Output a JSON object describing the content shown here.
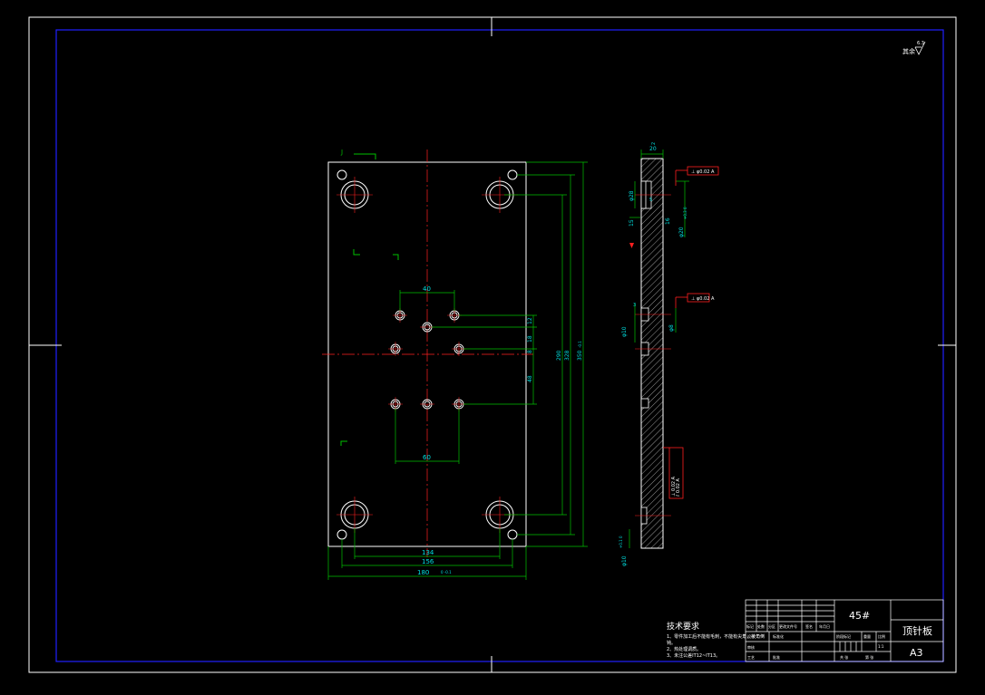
{
  "drawing": {
    "title": "顶针板",
    "material": "45#",
    "sheet_size": "A3",
    "scale": "1:1",
    "surface_finish_label": "其余",
    "surface_finish_value": "6.3",
    "section_label": "J",
    "tech_requirements": {
      "heading": "技术要求",
      "items": [
        "1、零件加工后不能有毛刺，不能有尖角，棱角倒",
        "钝。",
        "2、热处理调质。",
        "3、未注公差IT12~IT13。"
      ]
    },
    "title_block": {
      "row_labels": [
        "标记",
        "处数",
        "分区",
        "更改文件号",
        "签名",
        "年月日"
      ],
      "design_label": "设计",
      "std_label": "标准化",
      "stage_label": "阶段标记",
      "weight_label": "重量",
      "scale_label": "比例",
      "audit_label": "审核",
      "process_label": "工艺",
      "approve_label": "批准",
      "sheet_total": "共  张",
      "sheet_num": "第  张"
    }
  },
  "dimensions": {
    "front": {
      "d40_top": "40",
      "d60_bottom": "60",
      "d134": "134",
      "d156": "156",
      "d180": "180",
      "d180_tol": "0\n-0.1",
      "d12": "12",
      "d18": "18",
      "d8": "8",
      "d48": "48",
      "d290": "290",
      "d328": "328",
      "d350": "350",
      "d350_tol": "-0.1"
    },
    "side": {
      "d20_top": "20",
      "d2": "2",
      "dia28": "φ28",
      "d5": "5",
      "dia20": "φ20",
      "dia20_tol": "+0.3\n0",
      "d15": "15",
      "d16": "16",
      "d3": "3",
      "dia8": "φ8",
      "dia10": "φ10",
      "dia10_tol": "+0.1\n0",
      "gdt1": "⊥ φ0.02 A",
      "gdt2": "⊥ φ0.02 A",
      "gdt3": "⫽ 0.02 A",
      "gdt4": "⊥ 0.02 A"
    }
  },
  "colors": {
    "frame": "#2020ff",
    "outline": "#ffffff",
    "dimension": "#00c000",
    "center": "#ff2020",
    "cyan": "#00e0e0"
  }
}
